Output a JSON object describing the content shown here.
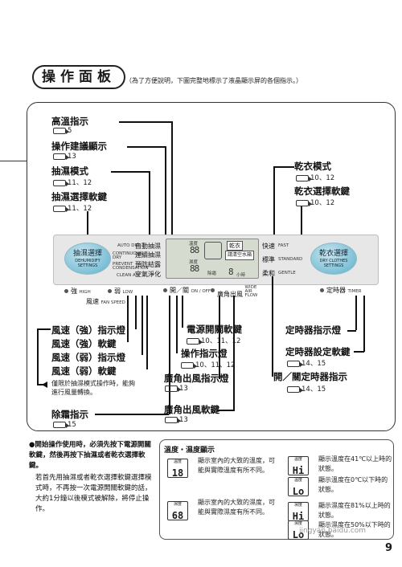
{
  "header": {
    "title": "操作面板",
    "note": "（為了方便說明，下圖完整地標示了液晶顯示屏的各個指示。）"
  },
  "labels_left": [
    {
      "title": "高溫指示",
      "ref": "5"
    },
    {
      "title": "操作建議顯示",
      "ref": "13"
    },
    {
      "title": "抽濕模式",
      "ref": "11、12"
    },
    {
      "title": "抽濕選擇軟鍵",
      "ref": "11、12"
    }
  ],
  "labels_right": [
    {
      "title": "乾衣模式",
      "ref": "10、12"
    },
    {
      "title": "乾衣選擇軟鍵",
      "ref": "10、12"
    }
  ],
  "labels_bottom_left": [
    "風速（強）指示燈",
    "風速（強）軟鍵",
    "風速（弱）指示燈",
    "風速（弱）軟鍵"
  ],
  "bottom_left_note": "僅限於抽濕模式操作時，能夠進行風量轉換。",
  "defrost": {
    "title": "除霜指示",
    "ref": "15"
  },
  "labels_bottom_center": [
    {
      "title": "電源開關軟鍵",
      "ref": "10、11、12"
    },
    {
      "title": "操作指示燈",
      "ref": "10、11、12"
    },
    {
      "title": "廣角出風指示燈",
      "ref": "13"
    },
    {
      "title": "廣角出風軟鍵",
      "ref": "13"
    }
  ],
  "labels_bottom_right": [
    {
      "title": "定時器指示燈",
      "ref": ""
    },
    {
      "title": "定時器設定軟鍵",
      "ref": "14、15"
    },
    {
      "title": "開／關定時器指示",
      "ref": "14、15"
    }
  ],
  "panel": {
    "left_button": {
      "label": "抽濕選擇",
      "sub": "DEHUMIDIFY SETTINGS"
    },
    "right_button": {
      "label": "乾衣選擇",
      "sub": "DRY CLOTHES SETTINGS"
    },
    "modes_en": [
      "AUTO DRY",
      "CONTINUOUS DRY",
      "PREVENT CONDENSATION",
      "CLEAN AIR"
    ],
    "modes_cn": [
      "自動抽濕",
      "連續抽濕",
      "預防結露",
      "空氣淨化"
    ],
    "dry_modes": [
      "快速",
      "標準",
      "柔和"
    ],
    "dry_modes_en": [
      "FAST",
      "STANDARD",
      "GENTLE"
    ],
    "lcd_top": [
      "溫度",
      "濕度"
    ],
    "lcd_value_1": "88",
    "lcd_value_2": "88",
    "lcd_chips": [
      "乾衣",
      "請清空水箱",
      "除霜"
    ],
    "lcd_timer": "8",
    "lcd_timer_unit": "小時",
    "fan_strong": "強",
    "fan_strong_en": "HIGH",
    "fan_weak": "弱",
    "fan_weak_en": "LOW",
    "fan_speed": "風速",
    "fan_speed_en": "FAN SPEED",
    "power": "開／關",
    "power_en": "ON / OFF",
    "wide": "廣角出風",
    "wide_en": "WIDE AIR FLOW",
    "timer": "定時器",
    "timer_en": "TIMER"
  },
  "notes": {
    "bullet_bold": "開始操作使用時，必須先按下電源開關軟鍵，然後再按下抽濕或者乾衣選擇軟鍵。",
    "body": "若首先用抽濕或者乾衣選擇軟鍵選擇模式時，不再按一次電源開關軟鍵的話，大約1分鐘以後模式被解除，將停止操作。"
  },
  "temp_section": {
    "title": "溫度・濕度顯示",
    "rows": [
      {
        "cap": "溫度",
        "val": "18",
        "text": "顯示室內的大致的溫度，可能與實際溫度有所不同。"
      },
      {
        "cap": "濕度",
        "val": "68",
        "text": "顯示室內的大致的濕度，可能與實際濕度有所不同。"
      }
    ],
    "right_rows": [
      {
        "cap": "溫度",
        "val": "Hi",
        "text": "顯示溫度在41℃以上時的狀態。"
      },
      {
        "cap": "溫度",
        "val": "Lo",
        "text": "顯示溫度在0℃以下時的狀態。"
      },
      {
        "cap": "濕度",
        "val": "Hi",
        "text": "顯示濕度在81%以上時的狀態。"
      },
      {
        "cap": "濕度",
        "val": "Lo",
        "text": "顯示濕度在50%以下時的狀態。"
      }
    ]
  },
  "page_number": "9",
  "watermark": "jingyan.baidu.com"
}
